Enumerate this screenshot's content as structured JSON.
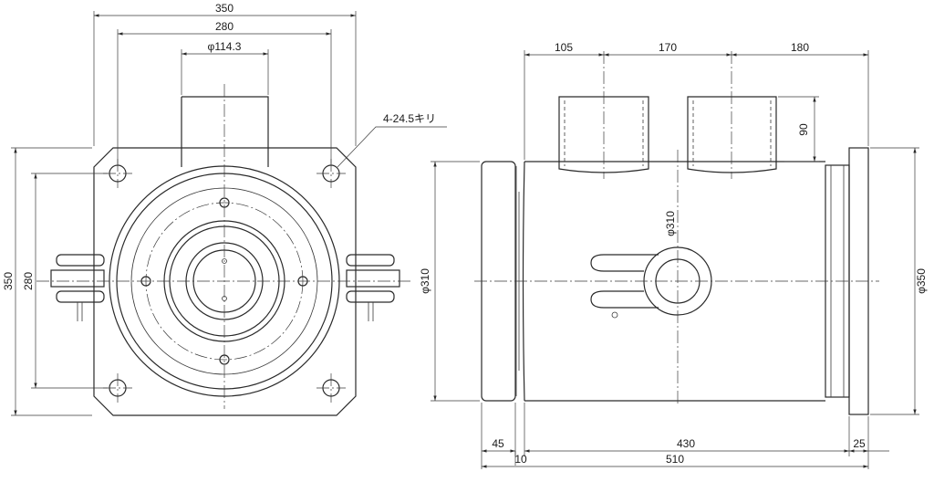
{
  "front_view": {
    "dim_width_overall": "350",
    "dim_hole_pitch_h": "280",
    "dim_pipe_dia": "φ114.3",
    "dim_height_overall": "350",
    "dim_hole_pitch_v": "280",
    "hole_callout": "4-24.5キリ"
  },
  "side_view": {
    "dim_port1_pos": "105",
    "dim_port_pitch": "170",
    "dim_port2_to_end": "180",
    "dim_port_height": "90",
    "dim_body_dia": "φ310",
    "dim_flange_left_dia": "φ310",
    "dim_flange_right_dia": "φ350",
    "dim_flange_left_thk": "45",
    "dim_gap": "10",
    "dim_body_len": "430",
    "dim_flange_right_thk": "25",
    "dim_total_len": "510"
  }
}
